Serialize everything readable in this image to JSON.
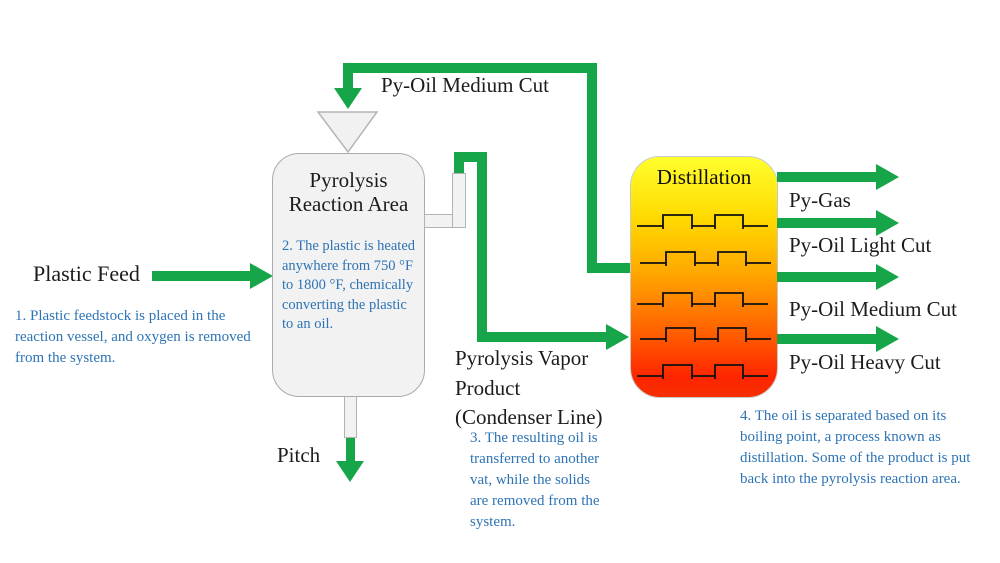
{
  "diagram": {
    "colors": {
      "flow_green": "#16a549",
      "note_blue": "#2e74b5",
      "label_black": "#1c1c1c",
      "vessel_fill": "#f2f2f2",
      "column_top_color": "#ffff2e",
      "column_bottom_color": "#f52f00"
    },
    "labels": {
      "plastic_feed": "Plastic Feed",
      "py_oil_medium_top": "Py-Oil Medium Cut",
      "pitch": "Pitch",
      "vapor_lines": [
        "Pyrolysis Vapor",
        "Product",
        "(Condenser Line)"
      ]
    },
    "vessel": {
      "title_lines": [
        "Pyrolysis",
        "Reaction Area"
      ]
    },
    "column": {
      "title": "Distillation",
      "tray_rows": 5
    },
    "outputs": [
      {
        "label": "Py-Gas"
      },
      {
        "label": "Py-Oil Light Cut"
      },
      {
        "label": "Py-Oil Medium Cut"
      },
      {
        "label": "Py-Oil Heavy Cut"
      }
    ],
    "notes": {
      "note1": {
        "lines": [
          "1. Plastic feedstock is placed in the",
          "reaction vessel, and oxygen is removed",
          "from the system."
        ]
      },
      "note2": {
        "lines": [
          "2. The plastic is heated",
          "anywhere from 750 °F",
          "to 1800 °F, chemically",
          "converting the plastic",
          "to an oil."
        ]
      },
      "note3": {
        "lines": [
          "3. The resulting oil is",
          "transferred to another",
          "vat, while the solids",
          "are removed from the",
          "system."
        ]
      },
      "note4": {
        "lines": [
          "4. The oil is separated based on its",
          "boiling point, a process known as",
          "distillation.  Some of the product is put",
          "back into the pyrolysis reaction area."
        ]
      }
    }
  }
}
